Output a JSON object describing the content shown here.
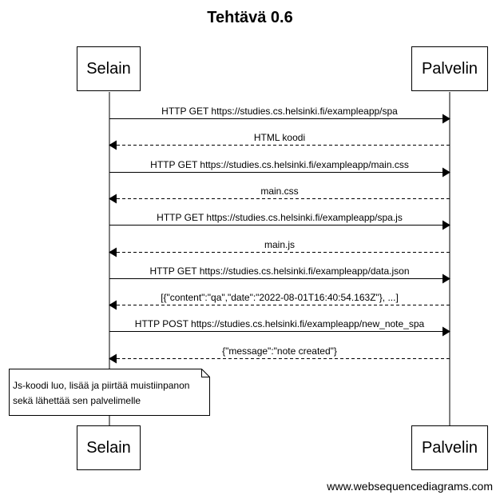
{
  "title": "Tehtävä 0.6",
  "participants": {
    "browser": "Selain",
    "server": "Palvelin"
  },
  "messages": [
    {
      "text": "HTTP GET https://studies.cs.helsinki.fi/exampleapp/spa",
      "direction": "to-server",
      "style": "solid"
    },
    {
      "text": "HTML koodi",
      "direction": "to-browser",
      "style": "dashed"
    },
    {
      "text": "HTTP GET https://studies.cs.helsinki.fi/exampleapp/main.css",
      "direction": "to-server",
      "style": "solid"
    },
    {
      "text": "main.css",
      "direction": "to-browser",
      "style": "dashed"
    },
    {
      "text": "HTTP GET https://studies.cs.helsinki.fi/exampleapp/spa.js",
      "direction": "to-server",
      "style": "solid"
    },
    {
      "text": "main.js",
      "direction": "to-browser",
      "style": "dashed"
    },
    {
      "text": "HTTP GET https://studies.cs.helsinki.fi/exampleapp/data.json",
      "direction": "to-server",
      "style": "solid"
    },
    {
      "text": "[{\"content\":\"qa\",\"date\":\"2022-08-01T16:40:54.163Z\"}, ...]",
      "direction": "to-browser",
      "style": "dashed"
    },
    {
      "text": "HTTP POST https://studies.cs.helsinki.fi/exampleapp/new_note_spa",
      "direction": "to-server",
      "style": "solid"
    },
    {
      "text": "{\"message\":\"note created\"}",
      "direction": "to-browser",
      "style": "dashed"
    }
  ],
  "note": {
    "line1": "Js-koodi luo, lisää ja piirtää muistiinpanon",
    "line2": "sekä lähettää sen palvelimelle"
  },
  "watermark": "www.websequencediagrams.com"
}
